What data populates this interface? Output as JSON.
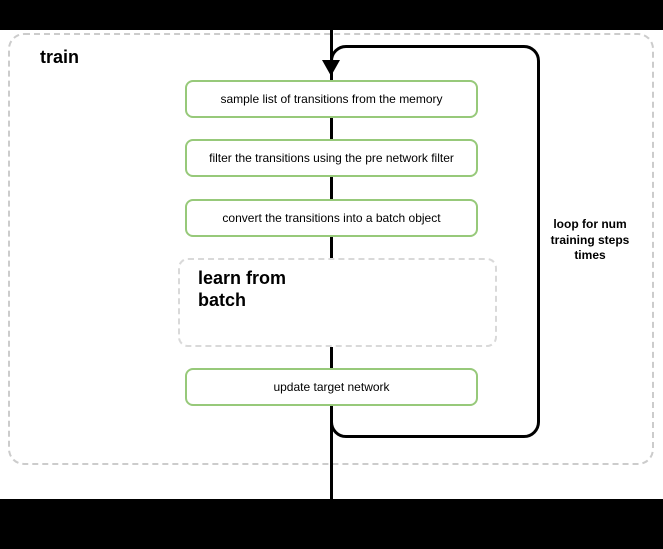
{
  "diagram": {
    "title": "train",
    "loop_label": "loop for num\ntraining steps\ntimes",
    "steps": [
      "sample list of transitions from the memory",
      "filter the transitions using the pre network filter",
      "convert the transitions into a batch object"
    ],
    "subprocess_label": "learn from\nbatch",
    "final_step": "update target network",
    "colors": {
      "step_border": "#97c97a",
      "loop_border": "#000000",
      "frame_border": "#cccccc",
      "subprocess_border": "#d9d9d9",
      "flow_line": "#000000",
      "bar": "#000000"
    }
  }
}
